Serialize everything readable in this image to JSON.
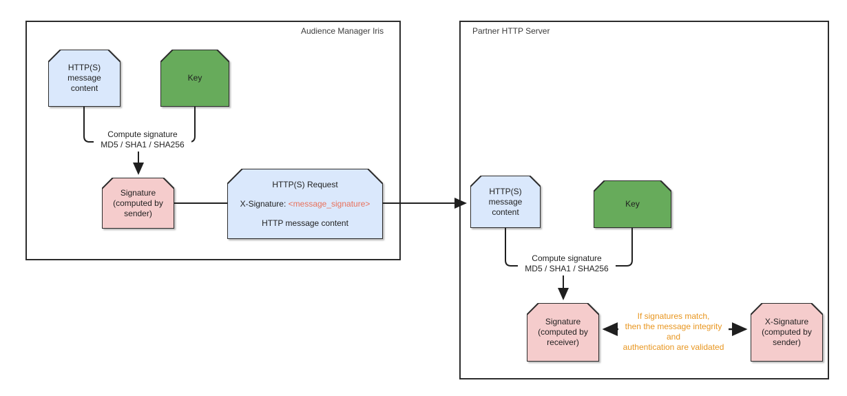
{
  "diagram": {
    "title_left": "Audience Manager Iris",
    "title_right": "Partner HTTP Server",
    "colors": {
      "blue_fill": "#DAE8FC",
      "blue_stroke": "#1F3C63",
      "green_fill": "#67AB5B",
      "green_stroke": "#2D6B20",
      "pink_fill": "#F5CCCC",
      "pink_stroke": "#2B2B2B",
      "panel_stroke": "#2B2B2B",
      "orange_text": "#E8951E",
      "red_text": "#E8705A",
      "line": "#1F1F1F"
    }
  },
  "left_panel": {
    "title": "Audience Manager Iris",
    "nodes": {
      "message_content": "HTTP(S)\nmessage\ncontent",
      "key": "Key",
      "signature": "Signature\n(computed by\nsender)",
      "request_title": "HTTP(S) Request",
      "request_header_label": "X-Signature: ",
      "request_header_value": "<message_signature>",
      "request_body": "HTTP message content"
    },
    "edges": {
      "compute": "Compute signature\nMD5 / SHA1 / SHA256"
    }
  },
  "right_panel": {
    "title": "Partner HTTP Server",
    "nodes": {
      "message_content": "HTTP(S)\nmessage\ncontent",
      "key": "Key",
      "signature_receiver": "Signature\n(computed by\nreceiver)",
      "x_signature_sender": "X-Signature\n(computed by\nsender)"
    },
    "edges": {
      "compute": "Compute signature\nMD5 / SHA1 / SHA256",
      "match": "If signatures match,\nthen the message integrity and\nauthentication are validated"
    }
  }
}
